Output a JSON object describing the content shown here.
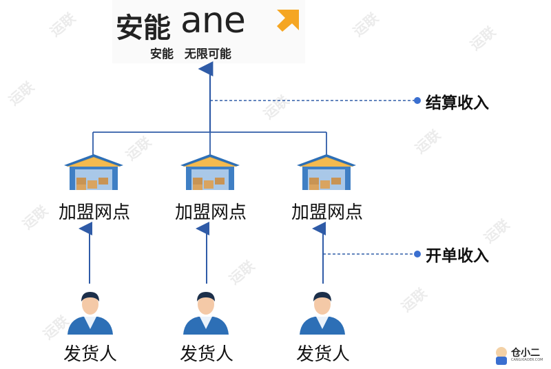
{
  "logo": {
    "brand_cn": "安能",
    "brand_en": "ane",
    "tagline": "安能 无限可能"
  },
  "top_link_label": "结算收入",
  "bottom_link_label": "开单收入",
  "warehouses": [
    {
      "label": "加盟网点"
    },
    {
      "label": "加盟网点"
    },
    {
      "label": "加盟网点"
    }
  ],
  "shippers": [
    {
      "label": "发货人"
    },
    {
      "label": "发货人"
    },
    {
      "label": "发货人"
    }
  ],
  "watermark": {
    "text": "运联",
    "corner_logo_text": "仓小二",
    "corner_logo_sub": "CANGXIAOER.COM"
  },
  "colors": {
    "line": "#2f5ba7",
    "dot": "#3a6fd0",
    "logo_arrow": "#f5a623",
    "roof": "#2d6fb6",
    "door": "#a9c8e8"
  }
}
